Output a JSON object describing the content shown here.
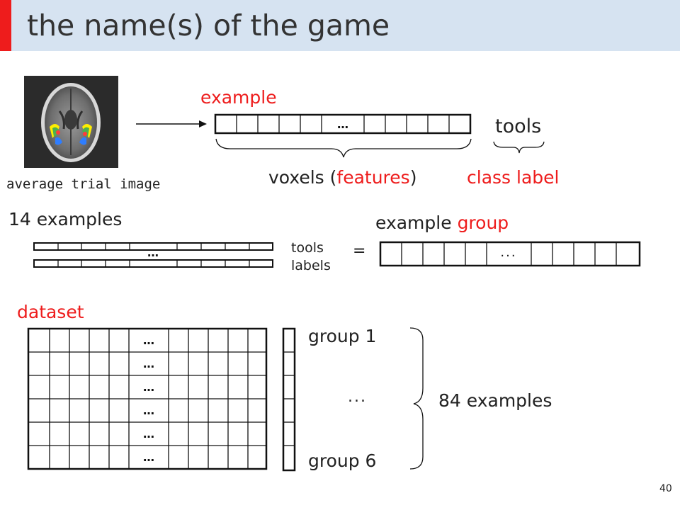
{
  "slide": {
    "title": "the name(s) of the game",
    "page_number": "40"
  },
  "top": {
    "brain_caption": "average trial image",
    "example_label": "example",
    "vector_ellipsis": "…",
    "class_value": "tools",
    "features_prefix": "voxels (",
    "features_word": "features",
    "features_suffix": ")",
    "class_label": "class label"
  },
  "middle": {
    "count_label": "14 examples",
    "ellipsis": "…",
    "labels_line1": "tools",
    "labels_line2": "labels",
    "equals": "=",
    "group_prefix": "example ",
    "group_word": "group",
    "group_ellipsis": "..."
  },
  "bottom": {
    "dataset_label": "dataset",
    "row_ellipsis": [
      "…",
      "…",
      "…",
      "…",
      "…",
      "…"
    ],
    "group_first": "group 1",
    "group_ellipsis": "...",
    "group_last": "group 6",
    "total_label": "84 examples"
  },
  "colors": {
    "accent": "#ee1c1c",
    "title_bar": "#d6e3f1",
    "text": "#222222"
  }
}
